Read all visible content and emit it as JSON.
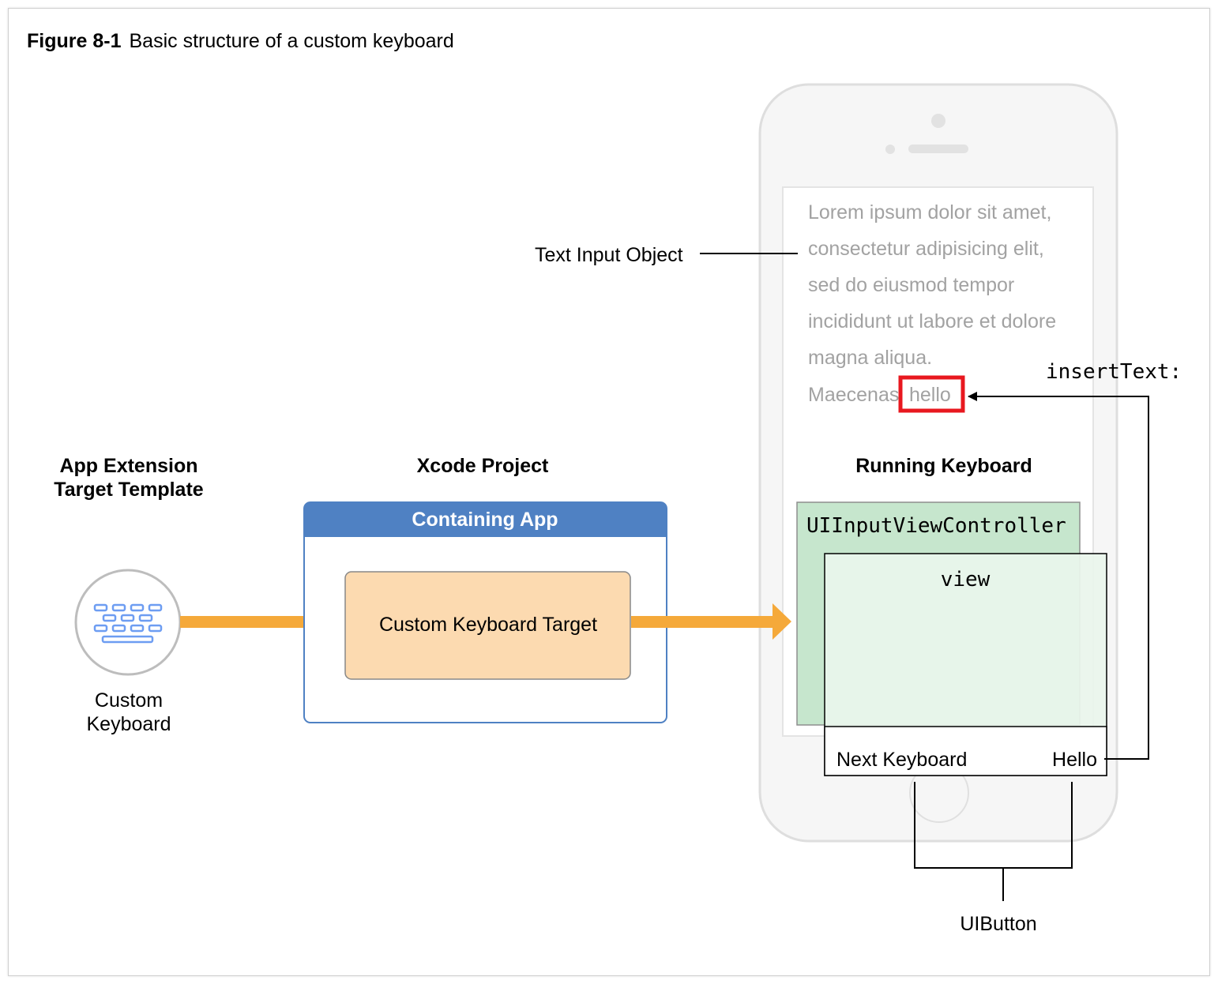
{
  "figure": {
    "number": "Figure 8-1",
    "title": "Basic structure of a custom keyboard"
  },
  "colors": {
    "arrow": "#F5A93A",
    "containing_header": "#4F81C3",
    "target_fill": "#FCDAB0",
    "controller_fill": "#C6E6CD",
    "view_fill": "#EAF5EC",
    "highlight": "#E8181F",
    "icon_keys": "#6D9DF2"
  },
  "template_section": {
    "heading_line1": "App Extension",
    "heading_line2": "Target Template",
    "icon": "keyboard-icon",
    "label_line1": "Custom",
    "label_line2": "Keyboard"
  },
  "xcode_section": {
    "heading": "Xcode Project",
    "containing_app": "Containing App",
    "target": "Custom Keyboard Target"
  },
  "device": {
    "text_lines": [
      "Lorem ipsum dolor sit amet,",
      "consectetur adipisicing elit,",
      "sed do eiusmod tempor",
      "incididunt ut labore et dolore",
      "magna aliqua."
    ],
    "last_line_prefix": "Maecenas",
    "inserted_word": "hello"
  },
  "running_keyboard": {
    "heading": "Running Keyboard",
    "controller": "UIInputViewController",
    "view": "view",
    "next_keyboard_button": "Next Keyboard",
    "hello_button": "Hello"
  },
  "annotations": {
    "text_input_object": "Text Input Object",
    "insert_text": "insertText:",
    "uibutton": "UIButton"
  }
}
